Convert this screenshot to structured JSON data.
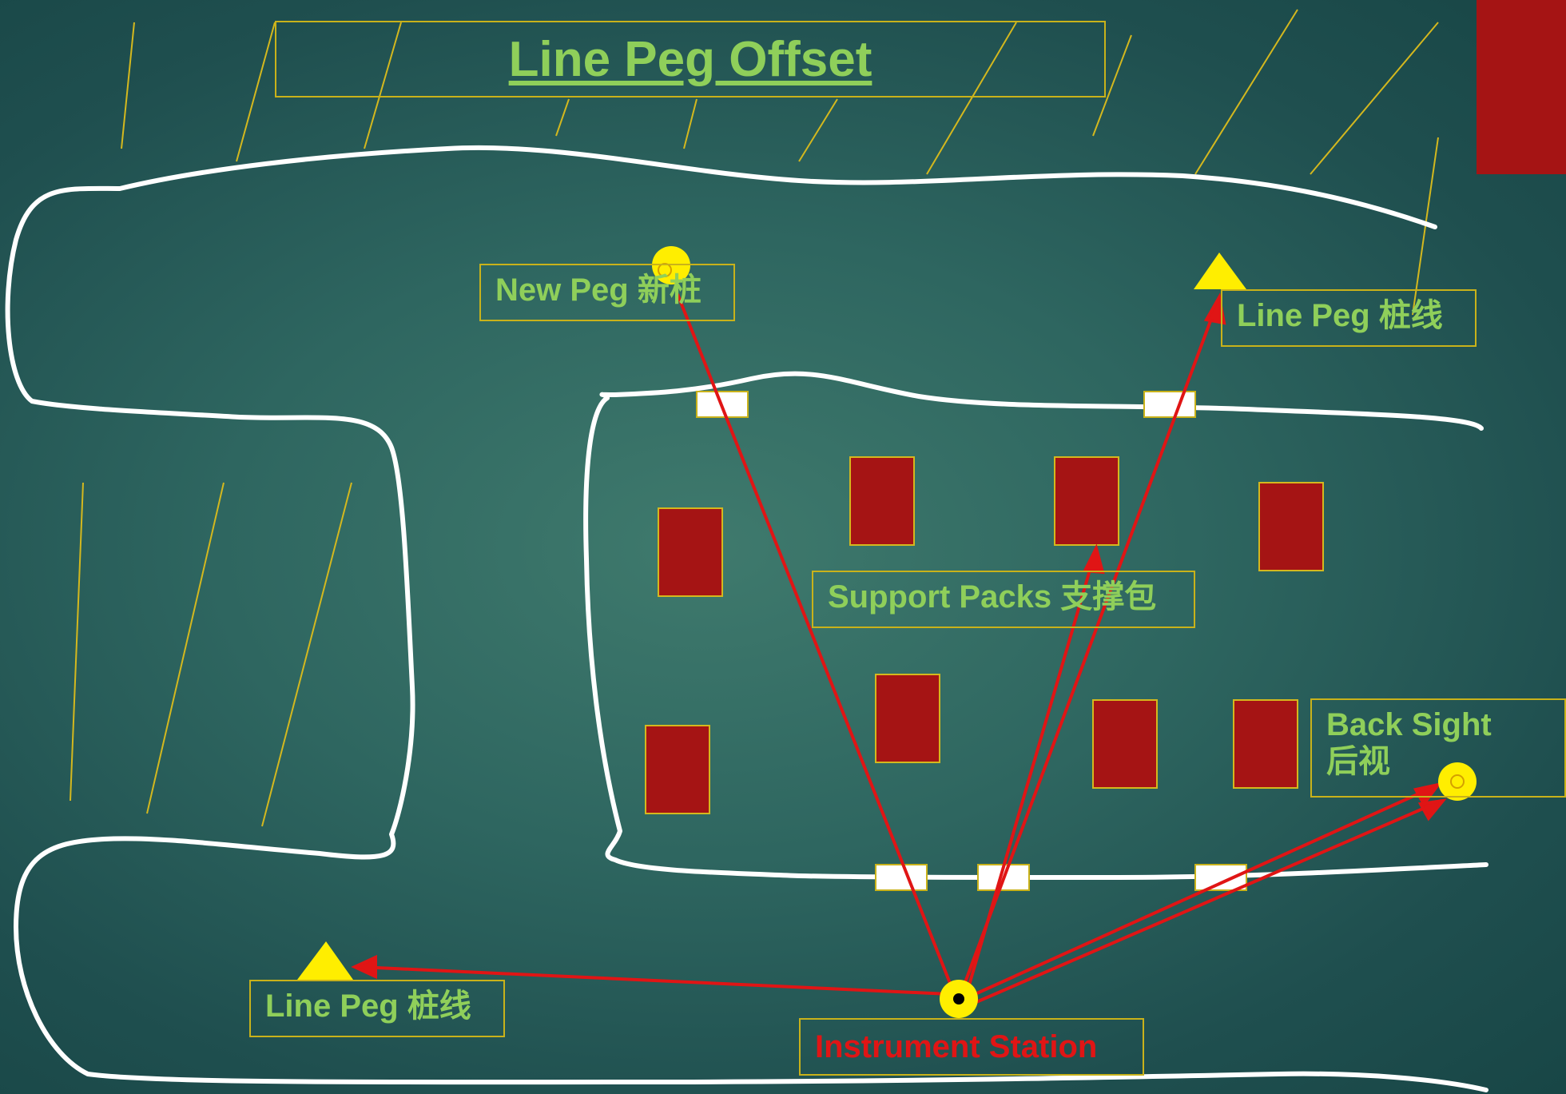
{
  "title": "Line Peg Offset",
  "labels": {
    "new_peg": "New Peg 新桩",
    "line_peg_top": "Line Peg 桩线",
    "line_peg_bottom": "Line Peg 桩线",
    "support_packs": "Support Packs 支撑包",
    "back_sight_line1": "Back Sight",
    "back_sight_line2": "后视",
    "instrument_station": "Instrument Station"
  },
  "colors": {
    "background": "#2e6660",
    "wall": "#ffffff",
    "label_text": "#8fcf5a",
    "label_border": "#c9b21a",
    "sight_line": "#e01515",
    "support_pack": "#a51414",
    "peg_marker": "#ffee00",
    "hatch": "#d4b81e"
  },
  "icons": {
    "new_peg": "circle-peg-icon",
    "line_peg": "triangle-peg-icon",
    "back_sight": "circle-peg-icon",
    "instrument": "instrument-station-icon"
  }
}
